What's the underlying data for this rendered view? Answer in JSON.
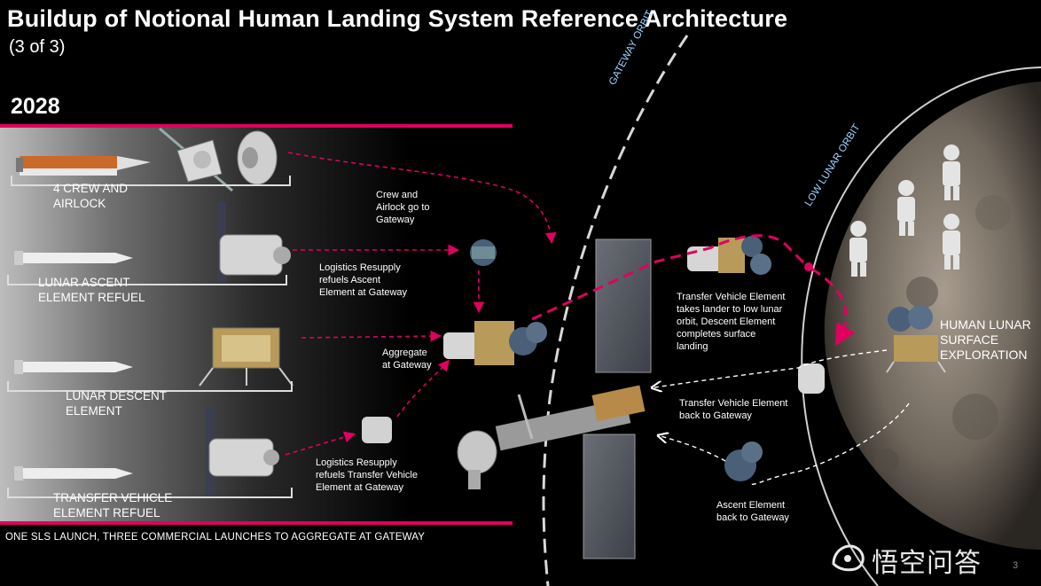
{
  "title": "Buildup of Notional Human Landing System Reference Architecture",
  "subtitle": "(3 of 3)",
  "year": "2028",
  "rows": [
    {
      "label_line1": "4 CREW AND",
      "label_line2": "AIRLOCK"
    },
    {
      "label_line1": "LUNAR  ASCENT",
      "label_line2": "ELEMENT REFUEL"
    },
    {
      "label_line1": "LUNAR DESCENT",
      "label_line2": "ELEMENT"
    },
    {
      "label_line1": "TRANSFER VEHICLE",
      "label_line2": "ELEMENT REFUEL"
    }
  ],
  "notes": {
    "crew_airlock": [
      "Crew and",
      "Airlock  go to",
      "Gateway"
    ],
    "logistics_ascent": [
      "Logistics Resupply",
      "refuels  Ascent",
      "Element at Gateway"
    ],
    "aggregate": [
      "Aggregate",
      "at Gateway"
    ],
    "logistics_transfer": [
      "Logistics Resupply",
      "refuels  Transfer Vehicle",
      "Element at Gateway"
    ],
    "transfer_takes": [
      "Transfer Vehicle Element",
      "takes lander to  low lunar",
      "orbit, Descent Element",
      "completes surface",
      "landing"
    ],
    "transfer_back": [
      "Transfer Vehicle Element",
      "back to Gateway"
    ],
    "ascent_back": [
      "Ascent Element",
      "back to Gateway"
    ],
    "surface": [
      "HUMAN LUNAR",
      "SURFACE",
      "EXPLORATION"
    ]
  },
  "orbits": {
    "gateway": "GATEWAY ORBIT",
    "low_lunar": "LOW LUNAR ORBIT"
  },
  "footer": "ONE   SLS LAUNCH, THREE COMMERCIAL  LAUNCHES TO   AGGREGATE   AT GATEWAY",
  "page_number": "3",
  "watermark": "悟空问答",
  "colors": {
    "accent": "#e0005e",
    "panel": "#7a7a7a",
    "moon": "#8a8176"
  },
  "icons": [
    "rocket-icon",
    "orion-capsule-icon",
    "airlock-module-icon",
    "logistics-module-icon",
    "lander-icon",
    "gateway-station-icon",
    "astronaut-icon",
    "moon-icon"
  ]
}
